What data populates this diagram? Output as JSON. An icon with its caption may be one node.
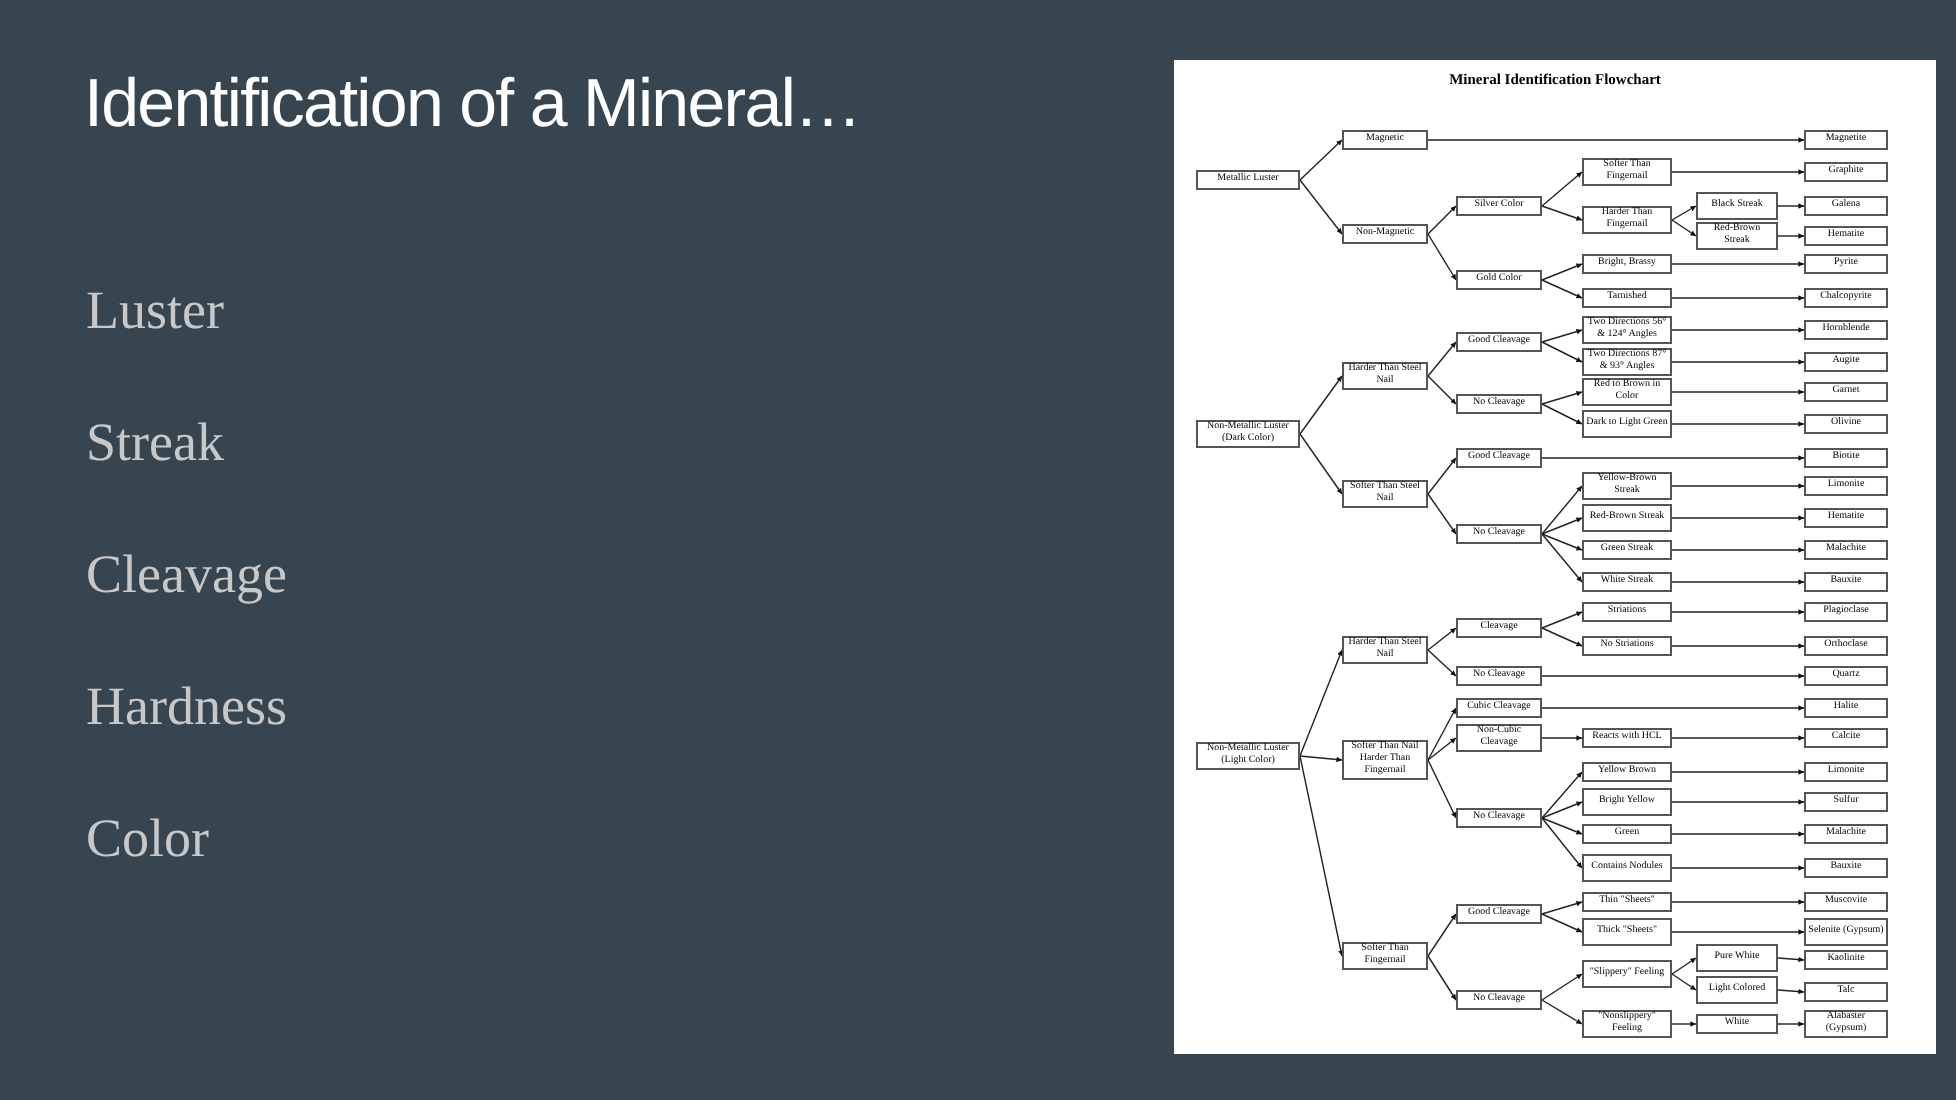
{
  "diagram": {
    "title": "Identification of a Mineral…",
    "nodes": [
      {
        "text": [
          "Metallic Luster"
        ]
      },
      {
        "text": [
          "Magnetic"
        ]
      },
      {
        "text": [
          "Magnetite"
        ]
      },
      {
        "text": [
          "Non-Magnetic"
        ]
      },
      {
        "text": [
          "Silver Color"
        ]
      },
      {
        "text": [
          "Softer Than Fingernail"
        ]
      },
      {
        "text": [
          "Graphite"
        ]
      },
      {
        "text": [
          "Harder Than Fingernail"
        ]
      },
      {
        "text": [
          "Black Streak"
        ]
      },
      {
        "text": [
          "Galena"
        ]
      },
      {
        "text": [
          "Red-Brown Streak"
        ]
      },
      {
        "text": [
          "Hematite"
        ]
      },
      {
        "text": [
          "Gold Color"
        ]
      },
      {
        "text": [
          "Bright, Brassy"
        ]
      },
      {
        "text": [
          "Pyrite"
        ]
      },
      {
        "text": [
          "Tarnished"
        ]
      },
      {
        "text": [
          "Chalcopyrite"
        ]
      },
      {
        "text": [
          "Non-Metallic Luster (Dark Color)"
        ]
      },
      {
        "text": [
          "Harder Than Steel Nail"
        ]
      },
      {
        "text": [
          "Good Cleavage"
        ]
      },
      {
        "text": [
          "Two Directions 56° & 124° Angles"
        ]
      },
      {
        "text": [
          "Hornblende"
        ]
      },
      {
        "text": [
          "Two Directions 87° & 93° Angles"
        ]
      },
      {
        "text": [
          "Augite"
        ]
      },
      {
        "text": [
          "No Cleavage"
        ]
      },
      {
        "text": [
          "Red to Brown in Color"
        ]
      },
      {
        "text": [
          "Garnet"
        ]
      },
      {
        "text": [
          "Dark to Light Green"
        ]
      },
      {
        "text": [
          "Olivine"
        ]
      },
      {
        "text": [
          "Softer Than Steel Nail"
        ]
      },
      {
        "text": [
          "Good Cleavage"
        ]
      },
      {
        "text": [
          "Biotite"
        ]
      },
      {
        "text": [
          "No Cleavage"
        ]
      },
      {
        "text": [
          "Yellow-Brown Streak"
        ]
      },
      {
        "text": [
          "Limonite"
        ]
      },
      {
        "text": [
          "Red-Brown Streak"
        ]
      },
      {
        "text": [
          "Hematite"
        ]
      },
      {
        "text": [
          "Green Streak"
        ]
      },
      {
        "text": [
          "Malachite"
        ]
      },
      {
        "text": [
          "White Streak"
        ]
      },
      {
        "text": [
          "Bauxite"
        ]
      },
      {
        "text": [
          "Non-Metallic Luster (Light Color)"
        ]
      },
      {
        "text": [
          "Harder Than Steel Nail"
        ]
      },
      {
        "text": [
          "Cleavage"
        ]
      },
      {
        "text": [
          "Striations"
        ]
      },
      {
        "text": [
          "Plagioclase"
        ]
      },
      {
        "text": [
          "No Striations"
        ]
      },
      {
        "text": [
          "Orthoclase"
        ]
      },
      {
        "text": [
          "No Cleavage"
        ]
      },
      {
        "text": [
          "Quartz"
        ]
      },
      {
        "text": [
          "Softer Than Nail Harder Than Fingernail"
        ]
      },
      {
        "text": [
          "Cubic Cleavage"
        ]
      },
      {
        "text": [
          "Halite"
        ]
      },
      {
        "text": [
          "Non-Cubic Cleavage"
        ]
      },
      {
        "text": [
          "Reacts with HCL"
        ]
      },
      {
        "text": [
          "Calcite"
        ]
      },
      {
        "text": [
          "No Cleavage"
        ]
      },
      {
        "text": [
          "Yellow Brown"
        ]
      },
      {
        "text": [
          "Limonite"
        ]
      },
      {
        "text": [
          "Bright Yellow"
        ]
      },
      {
        "text": [
          "Sulfur"
        ]
      },
      {
        "text": [
          "Green"
        ]
      },
      {
        "text": [
          "Malachite"
        ]
      },
      {
        "text": [
          "Contains Nodules"
        ]
      },
      {
        "text": [
          "Bauxite"
        ]
      },
      {
        "text": [
          "Softer Than Fingernail"
        ]
      },
      {
        "text": [
          "Good Cleavage"
        ]
      },
      {
        "text": [
          "Thin \"Sheets\""
        ]
      },
      {
        "text": [
          "Muscovite"
        ]
      },
      {
        "text": [
          "Thick \"Sheets\""
        ]
      },
      {
        "text": [
          "Selenite (Gypsum)"
        ]
      },
      {
        "text": [
          "No Cleavage"
        ]
      },
      {
        "text": [
          "\"Slippery\" Feeling"
        ]
      },
      {
        "text": [
          "Pure White"
        ]
      },
      {
        "text": [
          "Kaolinite"
        ]
      },
      {
        "text": [
          "Light Colored"
        ]
      },
      {
        "text": [
          "Talc"
        ]
      },
      {
        "text": [
          "\"Nonslippery\" Feeling"
        ]
      },
      {
        "text": [
          "White"
        ]
      },
      {
        "text": [
          "Alabaster (Gypsum)"
        ]
      }
    ],
    "edges": [
      {
        "from": 0,
        "to": 1,
        "arrow": "to"
      },
      {
        "from": 0,
        "to": 3,
        "arrow": "to"
      },
      {
        "from": 1,
        "to": 2,
        "arrow": "to"
      },
      {
        "from": 3,
        "to": 4,
        "arrow": "to"
      },
      {
        "from": 3,
        "to": 12,
        "arrow": "to"
      },
      {
        "from": 4,
        "to": 5,
        "arrow": "to"
      },
      {
        "from": 4,
        "to": 7,
        "arrow": "to"
      },
      {
        "from": 5,
        "to": 6,
        "arrow": "to"
      },
      {
        "from": 7,
        "to": 8,
        "arrow": "to"
      },
      {
        "from": 7,
        "to": 10,
        "arrow": "to"
      },
      {
        "from": 8,
        "to": 9,
        "arrow": "to"
      },
      {
        "from": 10,
        "to": 11,
        "arrow": "to"
      },
      {
        "from": 12,
        "to": 13,
        "arrow": "to"
      },
      {
        "from": 12,
        "to": 15,
        "arrow": "to"
      },
      {
        "from": 13,
        "to": 14,
        "arrow": "to"
      },
      {
        "from": 15,
        "to": 16,
        "arrow": "to"
      },
      {
        "from": 17,
        "to": 18,
        "arrow": "to"
      },
      {
        "from": 17,
        "to": 29,
        "arrow": "to"
      },
      {
        "from": 18,
        "to": 19,
        "arrow": "to"
      },
      {
        "from": 18,
        "to": 24,
        "arrow": "to"
      },
      {
        "from": 19,
        "to": 20,
        "arrow": "to"
      },
      {
        "from": 19,
        "to": 22,
        "arrow": "to"
      },
      {
        "from": 20,
        "to": 21,
        "arrow": "to"
      },
      {
        "from": 22,
        "to": 23,
        "arrow": "to"
      },
      {
        "from": 24,
        "to": 25,
        "arrow": "to"
      },
      {
        "from": 24,
        "to": 27,
        "arrow": "to"
      },
      {
        "from": 25,
        "to": 26,
        "arrow": "to"
      },
      {
        "from": 27,
        "to": 28,
        "arrow": "to"
      },
      {
        "from": 29,
        "to": 30,
        "arrow": "to"
      },
      {
        "from": 29,
        "to": 32,
        "arrow": "to"
      },
      {
        "from": 30,
        "to": 31,
        "arrow": "to"
      },
      {
        "from": 32,
        "to": 33,
        "arrow": "to"
      },
      {
        "from": 32,
        "to": 35,
        "arrow": "to"
      },
      {
        "from": 32,
        "to": 37,
        "arrow": "to"
      },
      {
        "from": 32,
        "to": 39,
        "arrow": "to"
      },
      {
        "from": 33,
        "to": 34,
        "arrow": "to"
      },
      {
        "from": 35,
        "to": 36,
        "arrow": "to"
      },
      {
        "from": 37,
        "to": 38,
        "arrow": "to"
      },
      {
        "from": 39,
        "to": 40,
        "arrow": "to"
      },
      {
        "from": 41,
        "to": 42,
        "arrow": "to"
      },
      {
        "from": 41,
        "to": 50,
        "arrow": "to"
      },
      {
        "from": 41,
        "to": 65,
        "arrow": "to"
      },
      {
        "from": 42,
        "to": 43,
        "arrow": "to"
      },
      {
        "from": 42,
        "to": 48,
        "arrow": "to"
      },
      {
        "from": 43,
        "to": 44,
        "arrow": "to"
      },
      {
        "from": 43,
        "to": 46,
        "arrow": "to"
      },
      {
        "from": 44,
        "to": 45,
        "arrow": "to"
      },
      {
        "from": 46,
        "to": 47,
        "arrow": "to"
      },
      {
        "from": 48,
        "to": 49,
        "arrow": "to"
      },
      {
        "from": 50,
        "to": 51,
        "arrow": "to"
      },
      {
        "from": 50,
        "to": 53,
        "arrow": "to"
      },
      {
        "from": 50,
        "to": 56,
        "arrow": "to"
      },
      {
        "from": 51,
        "to": 52,
        "arrow": "to"
      },
      {
        "from": 53,
        "to": 54,
        "arrow": "to"
      },
      {
        "from": 54,
        "to": 55,
        "arrow": "to"
      },
      {
        "from": 56,
        "to": 57,
        "arrow": "to"
      },
      {
        "from": 56,
        "to": 59,
        "arrow": "to"
      },
      {
        "from": 56,
        "to": 61,
        "arrow": "to"
      },
      {
        "from": 56,
        "to": 63,
        "arrow": "to"
      },
      {
        "from": 57,
        "to": 58,
        "arrow": "to"
      },
      {
        "from": 59,
        "to": 60,
        "arrow": "to"
      },
      {
        "from": 61,
        "to": 62,
        "arrow": "to"
      },
      {
        "from": 63,
        "to": 64,
        "arrow": "to"
      },
      {
        "from": 65,
        "to": 66,
        "arrow": "to"
      },
      {
        "from": 65,
        "to": 71,
        "arrow": "to"
      },
      {
        "from": 66,
        "to": 67,
        "arrow": "to"
      },
      {
        "from": 66,
        "to": 69,
        "arrow": "to"
      },
      {
        "from": 67,
        "to": 68,
        "arrow": "to"
      },
      {
        "from": 69,
        "to": 70,
        "arrow": "to"
      },
      {
        "from": 71,
        "to": 72,
        "arrow": "to"
      },
      {
        "from": 71,
        "to": 77,
        "arrow": "to"
      },
      {
        "from": 72,
        "to": 73,
        "arrow": "to"
      },
      {
        "from": 72,
        "to": 75,
        "arrow": "to"
      },
      {
        "from": 73,
        "to": 74,
        "arrow": "to"
      },
      {
        "from": 75,
        "to": 76,
        "arrow": "to"
      },
      {
        "from": 77,
        "to": 78,
        "arrow": "to"
      },
      {
        "from": 78,
        "to": 79,
        "arrow": "to"
      }
    ],
    "labels": [
      "Mineral Identification Flowchart",
      "Luster",
      "Streak",
      "Cleavage",
      "Hardness",
      "Color"
    ]
  }
}
